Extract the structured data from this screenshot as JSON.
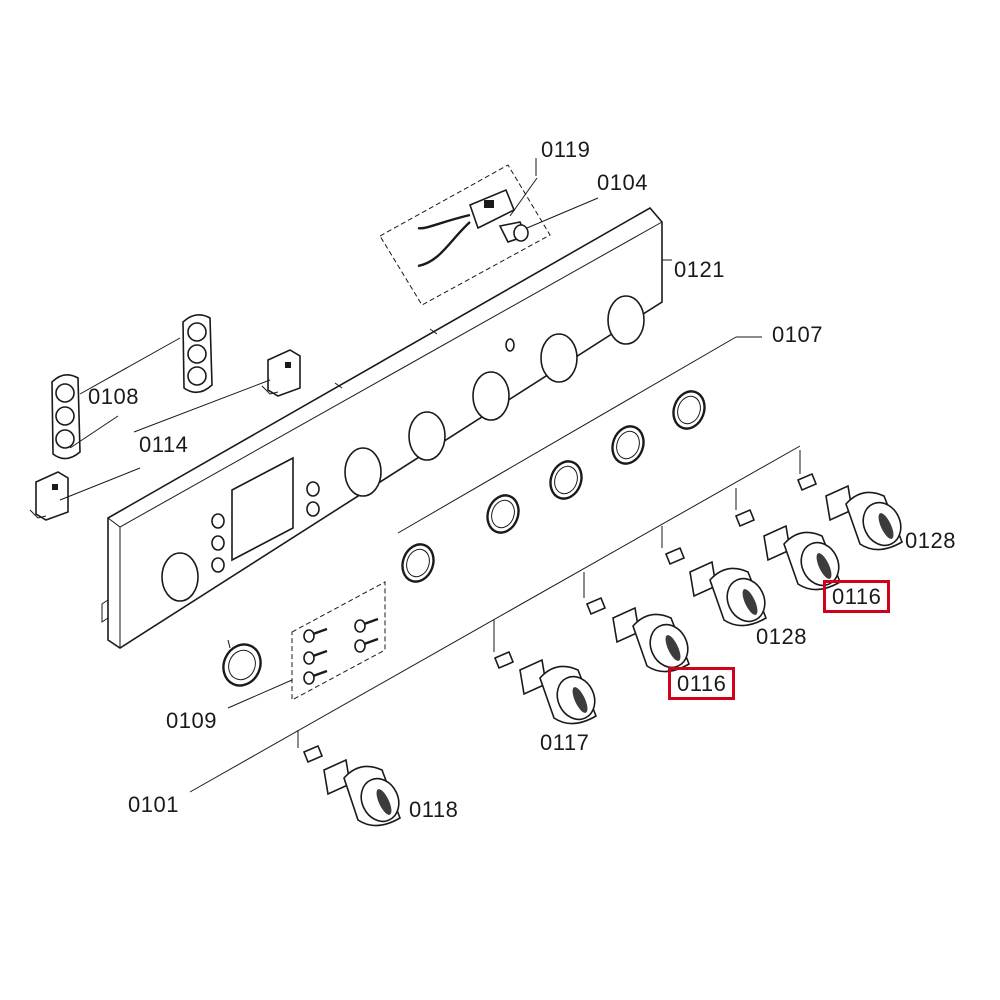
{
  "diagram": {
    "labels": [
      {
        "id": "0119",
        "text": "0119",
        "highlighted": false
      },
      {
        "id": "0104",
        "text": "0104",
        "highlighted": false
      },
      {
        "id": "0121",
        "text": "0121",
        "highlighted": false
      },
      {
        "id": "0107",
        "text": "0107",
        "highlighted": false
      },
      {
        "id": "0108",
        "text": "0108",
        "highlighted": false
      },
      {
        "id": "0114",
        "text": "0114",
        "highlighted": false
      },
      {
        "id": "0128a",
        "text": "0128",
        "highlighted": false
      },
      {
        "id": "0116a",
        "text": "0116",
        "highlighted": true
      },
      {
        "id": "0128b",
        "text": "0128",
        "highlighted": false
      },
      {
        "id": "0116b",
        "text": "0116",
        "highlighted": true
      },
      {
        "id": "0109",
        "text": "0109",
        "highlighted": false
      },
      {
        "id": "0117",
        "text": "0117",
        "highlighted": false
      },
      {
        "id": "0101",
        "text": "0101",
        "highlighted": false
      },
      {
        "id": "0118",
        "text": "0118",
        "highlighted": false
      }
    ],
    "highlight_color": "#d0021b",
    "line_color": "#1a1a1a"
  }
}
